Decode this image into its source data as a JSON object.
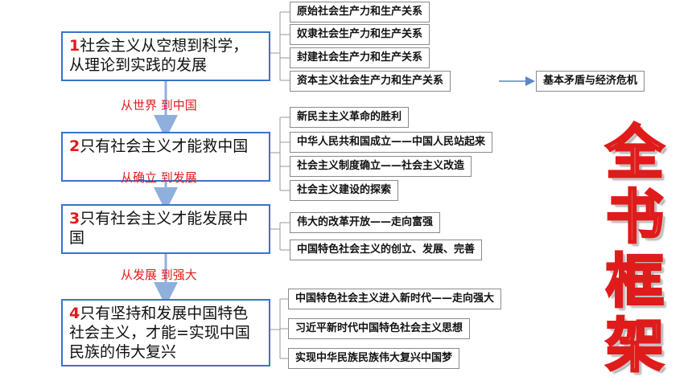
{
  "sections": [
    {
      "num": "1",
      "text": "社会主义从空想到科学，从理论到实践的发展",
      "items": [
        "原始社会生产力和生产关系",
        "奴隶社会生产力和生产关系",
        "封建社会生产力和生产关系",
        "资本主义社会生产力和生产关系"
      ]
    },
    {
      "num": "2",
      "text": "只有社会主义才能救中国",
      "items": [
        "新民主主义革命的胜利",
        "中华人民共和国成立——中国人民站起来",
        "社会主义制度确立——社会主义改造",
        "社会主义建设的探索"
      ]
    },
    {
      "num": "3",
      "text": "只有社会主义才能发展中国",
      "items": [
        "伟大的改革开放——走向富强",
        "中国特色社会主义的创立、发展、完善"
      ]
    },
    {
      "num": "4",
      "text": "只有坚持和发展中国特色社会主义，才能=实现中国民族的伟大复兴",
      "items": [
        "中国特色社会主义进入新时代——走向强大",
        "习近平新时代中国特色社会主义思想",
        "实现中华民族民族伟大复兴中国梦"
      ]
    }
  ],
  "extra_item": "基本矛盾与经济危机",
  "transitions": [
    "从世界 到中国",
    "从确立 到发展",
    "从发展 到强大"
  ],
  "title_chars": [
    "全",
    "书",
    "框",
    "架"
  ],
  "colors": {
    "accent_red": "#e01b1b",
    "box_border": "#3b73c8",
    "arrow": "#8fb0dc"
  }
}
